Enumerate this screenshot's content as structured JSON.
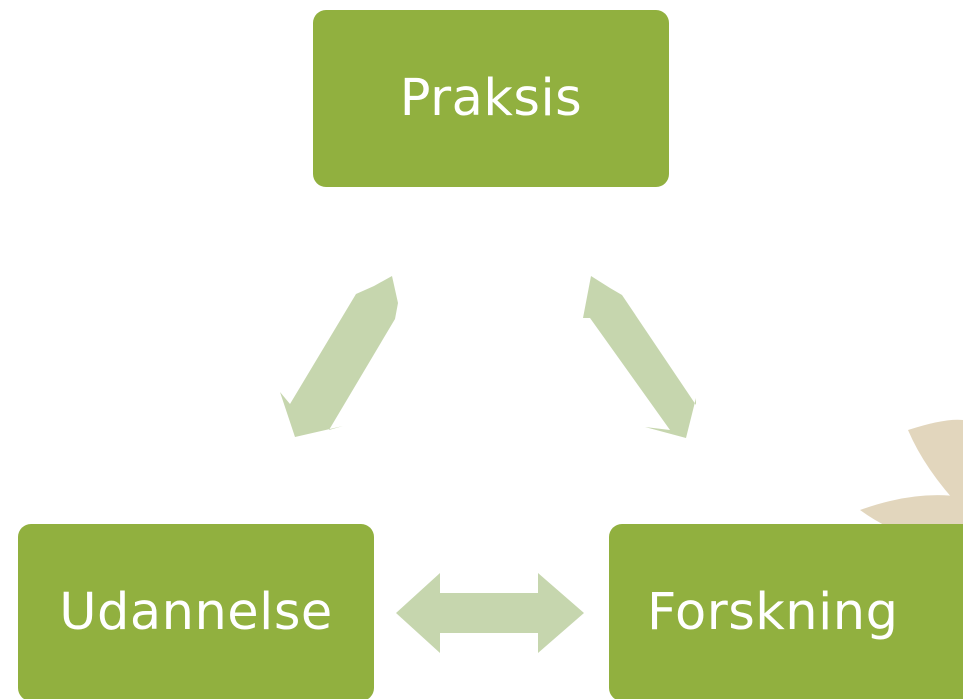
{
  "diagram": {
    "nodes": {
      "top": "Praksis",
      "left": "Udannelse",
      "right": "Forskning"
    },
    "connections": [
      {
        "from": "Praksis",
        "to": "Udannelse",
        "type": "bidirectional"
      },
      {
        "from": "Praksis",
        "to": "Forskning",
        "type": "bidirectional"
      },
      {
        "from": "Udannelse",
        "to": "Forskning",
        "type": "bidirectional"
      }
    ]
  },
  "colors": {
    "node_fill": "#91b03f",
    "node_text": "#ffffff",
    "arrow_fill": "#c6d6ae",
    "decor_leaf": "#e2d6bd",
    "background": "#ffffff"
  }
}
